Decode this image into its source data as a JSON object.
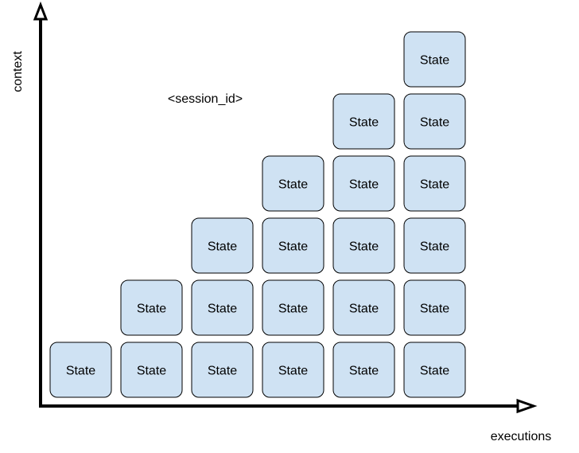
{
  "diagram": {
    "y_axis_label": "context",
    "x_axis_label": "executions",
    "annotation": "<session_id>",
    "box_label": "State",
    "box_fill": "#cfe2f3",
    "column_heights": [
      1,
      2,
      3,
      4,
      5,
      6
    ]
  }
}
